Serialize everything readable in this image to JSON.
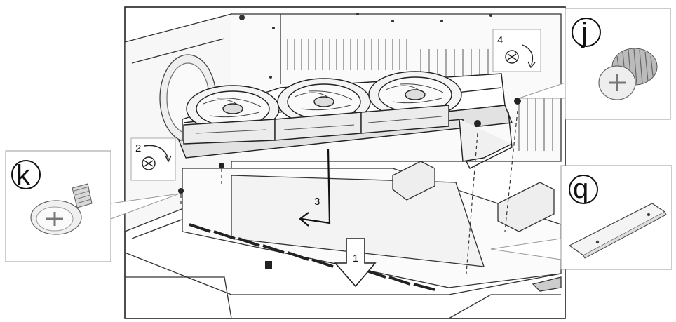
{
  "callouts": {
    "j": "j",
    "k": "k",
    "q": "q"
  },
  "steps": {
    "s1": "1",
    "s2": "2",
    "s3": "3",
    "s4": "4"
  },
  "icons": [
    "screw-icon",
    "rotate-clockwise-arrow-icon",
    "thumbscrew-icon",
    "cover-plate-icon",
    "radiator-fan-icon"
  ]
}
